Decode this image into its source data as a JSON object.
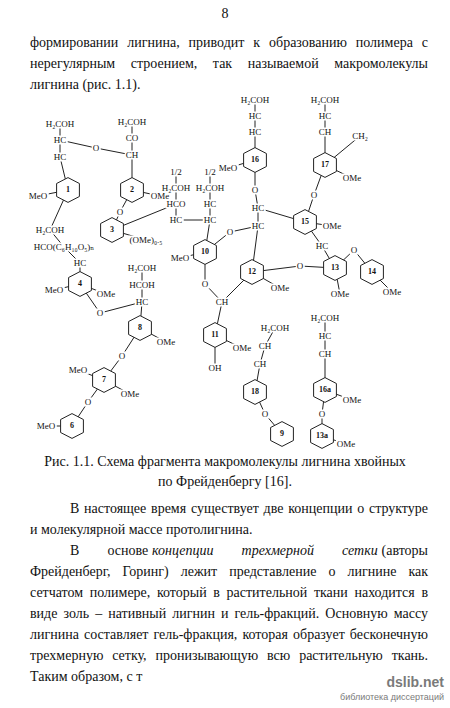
{
  "diagram": {
    "caption": "Рис. 1.1. Схема фрагмента макромолекулы лигнина хвойных по Фрейденбергу [16].",
    "nodes": [
      {
        "text": [
          "1"
        ]
      },
      {
        "text": [
          "2"
        ]
      },
      {
        "text": [
          "3"
        ]
      },
      {
        "text": [
          "4"
        ]
      },
      {
        "text": [
          "8"
        ]
      },
      {
        "text": [
          "7"
        ]
      },
      {
        "text": [
          "6"
        ]
      },
      {
        "text": [
          "10"
        ]
      },
      {
        "text": [
          "16"
        ]
      },
      {
        "text": [
          "17"
        ]
      },
      {
        "text": [
          "15"
        ]
      },
      {
        "text": [
          "12"
        ]
      },
      {
        "text": [
          "13"
        ]
      },
      {
        "text": [
          "14"
        ]
      },
      {
        "text": [
          "11"
        ]
      },
      {
        "text": [
          "18"
        ]
      },
      {
        "text": [
          "9"
        ]
      },
      {
        "text": [
          "16a"
        ]
      },
      {
        "text": [
          "13a"
        ]
      }
    ],
    "labels": [
      "8",
      "формировании лигнина, приводит к образованию полимера с нерегулярным строением, так называемой макромолекулы лигнина (рис. 1.1).",
      "В настоящее время существует две концепции о структуре и молекулярной массе протолигнина.",
      "В основе",
      "концепции трехмерной сетки",
      "(авторы Фрейденберг, Горинг) лежит представление о лигнине как сетчатом полимере, который в растительной ткани находится в виде золь – нативный лигнин и гель-фракций. Основную массу лигнина составляет гель-фракция, которая образует бесконечную трехмерную сетку, пронизывающую всю растительную ткань. Таким образом, с т",
      "H₂COH",
      "HC",
      "HC",
      "O",
      "MeO",
      "H₂COH",
      "CO",
      "CH",
      "OMe",
      "O",
      "(OMe)₀.₅",
      "H₂COH",
      "HCO(C₆H₁₀O₅)ₙ",
      "HC",
      "MeO",
      "OMe",
      "O",
      "H₂COH",
      "HCOH",
      "HC",
      "OMe",
      "O",
      "OMe",
      "O",
      "MeO",
      "MeO",
      "1/2",
      "1/2",
      "H₂COH",
      "H₂COH",
      "HCO",
      "HC",
      "HC",
      "HC",
      "MeO",
      "O",
      "CH",
      "OMe",
      "OH",
      "H₂COH",
      "HC",
      "HC",
      "MeO",
      "O",
      "HC",
      "HC",
      "O",
      "H₂COH",
      "HC",
      "CH",
      "CH₂",
      "OMe",
      "O",
      "OMe",
      "HC",
      "O",
      "O",
      "OMe",
      "OMe",
      "OMe",
      "H₂COH",
      "CH",
      "CH",
      "O",
      "H₂COH",
      "HC",
      "CH",
      "OMe",
      "O",
      "OMe",
      "dslib.net",
      "библиотека диссертаций"
    ]
  }
}
